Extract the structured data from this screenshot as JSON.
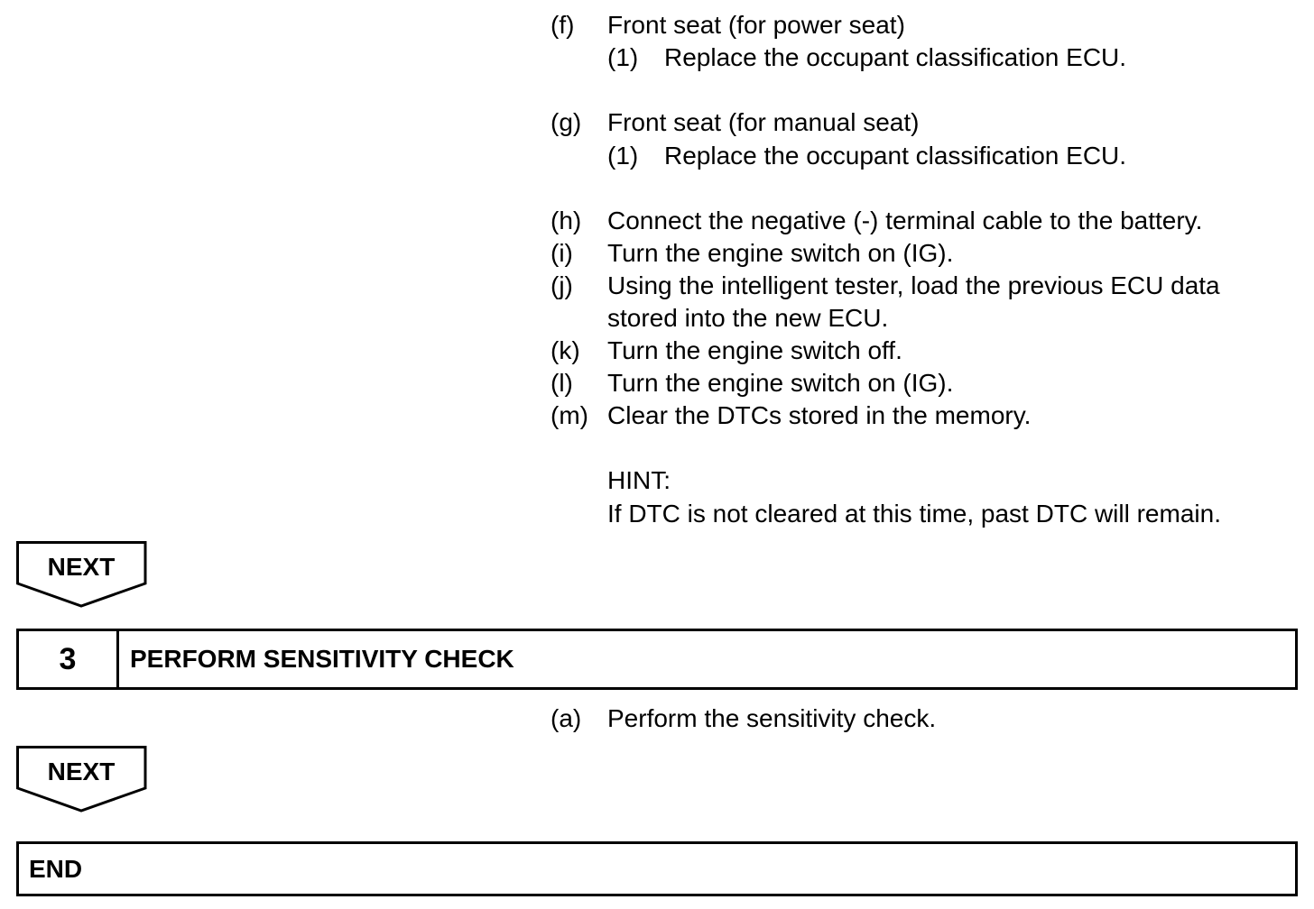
{
  "steps_top": [
    {
      "label": "(f)",
      "text": "Front seat (for power seat)",
      "sub": {
        "label": "(1)",
        "text": "Replace the occupant classification ECU."
      }
    },
    {
      "label": "(g)",
      "text": "Front seat (for manual seat)",
      "sub": {
        "label": "(1)",
        "text": "Replace the occupant classification ECU."
      }
    }
  ],
  "steps_list": [
    {
      "label": "(h)",
      "text": "Connect the negative (-) terminal cable to the battery."
    },
    {
      "label": "(i)",
      "text": "Turn the engine switch on (IG)."
    },
    {
      "label": "(j)",
      "text": "Using the intelligent tester, load the previous ECU data",
      "text2": "stored into the new ECU."
    },
    {
      "label": "(k)",
      "text": "Turn the engine switch off."
    },
    {
      "label": "(l)",
      "text": "Turn the engine switch on (IG)."
    },
    {
      "label": "(m)",
      "text": "Clear the DTCs stored in the memory."
    }
  ],
  "hint": {
    "title": "HINT:",
    "text": "If DTC is not cleared at this time, past DTC will remain."
  },
  "next_label": "NEXT",
  "step3": {
    "number": "3",
    "title": "PERFORM SENSITIVITY CHECK",
    "substep": {
      "label": "(a)",
      "text": "Perform the sensitivity check."
    }
  },
  "end_label": "END"
}
